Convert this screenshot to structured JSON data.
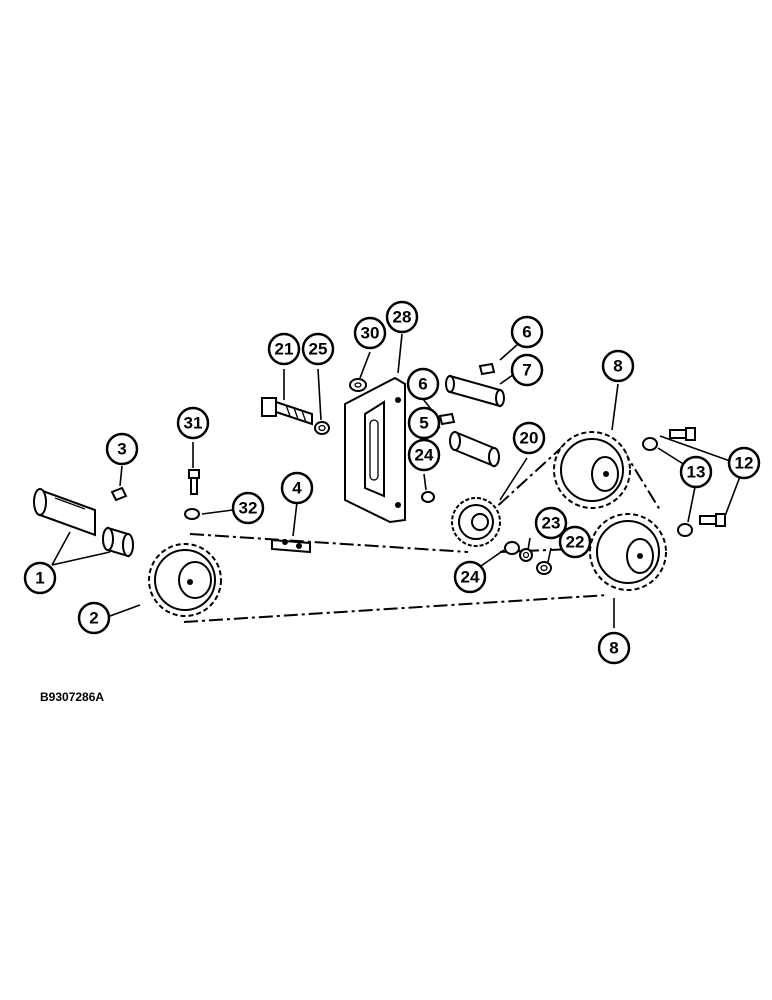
{
  "drawing_code": "B9307286A",
  "callouts": [
    {
      "id": "c1",
      "label": "1"
    },
    {
      "id": "c2",
      "label": "2"
    },
    {
      "id": "c3",
      "label": "3"
    },
    {
      "id": "c4",
      "label": "4"
    },
    {
      "id": "c5",
      "label": "5"
    },
    {
      "id": "c6a",
      "label": "6"
    },
    {
      "id": "c6b",
      "label": "6"
    },
    {
      "id": "c7",
      "label": "7"
    },
    {
      "id": "c8a",
      "label": "8"
    },
    {
      "id": "c8b",
      "label": "8"
    },
    {
      "id": "c12",
      "label": "12"
    },
    {
      "id": "c13",
      "label": "13"
    },
    {
      "id": "c20",
      "label": "20"
    },
    {
      "id": "c21",
      "label": "21"
    },
    {
      "id": "c22",
      "label": "22"
    },
    {
      "id": "c23",
      "label": "23"
    },
    {
      "id": "c24a",
      "label": "24"
    },
    {
      "id": "c24b",
      "label": "24"
    },
    {
      "id": "c25",
      "label": "25"
    },
    {
      "id": "c28",
      "label": "28"
    },
    {
      "id": "c30",
      "label": "30"
    },
    {
      "id": "c31",
      "label": "31"
    },
    {
      "id": "c32",
      "label": "32"
    }
  ]
}
